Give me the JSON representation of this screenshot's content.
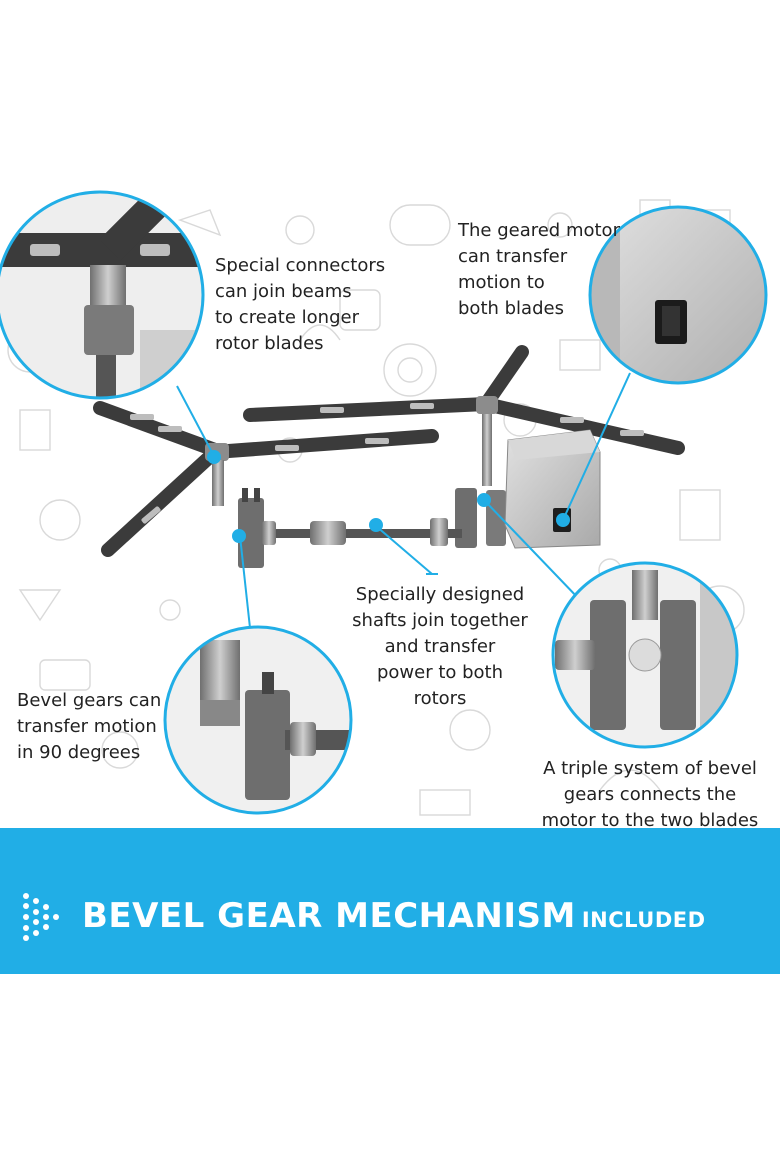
{
  "callouts": {
    "connectors": [
      "Special connectors",
      "can join beams",
      "to create longer",
      "rotor blades"
    ],
    "motor": [
      "The geared motor",
      "can transfer",
      "motion to",
      "both blades"
    ],
    "shafts": [
      "Specially designed",
      "shafts join together",
      "and transfer",
      "power to both",
      "rotors"
    ],
    "bevel": [
      "Bevel gears can",
      "transfer motion",
      "in 90 degrees"
    ],
    "triple": [
      "A triple system of bevel",
      "gears connects the",
      "motor to the two blades"
    ]
  },
  "banner": {
    "title": "BEVEL GEAR MECHANISM",
    "suffix": "INCLUDED",
    "logo_icon": "arrow-dots-icon"
  },
  "colors": {
    "accent": "#21aee6",
    "banner_text": "#ffffff",
    "beam": "#3b3b3b",
    "metal": "#9a9a9a",
    "motor_box": "#c8c8c8",
    "callout_text": "#222222"
  }
}
